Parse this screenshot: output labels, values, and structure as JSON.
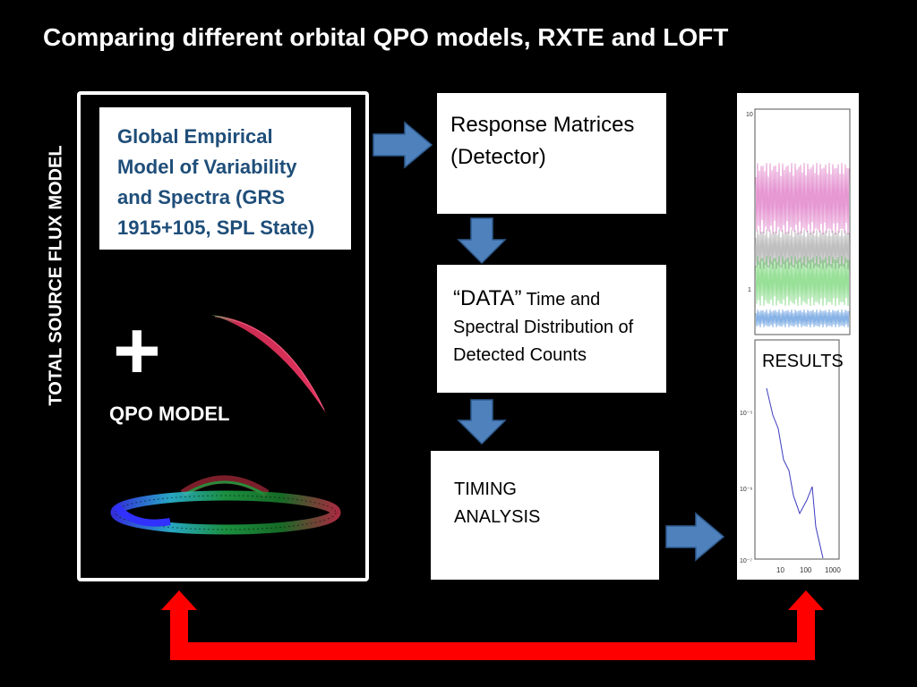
{
  "title": "Comparing different orbital QPO models, RXTE and LOFT",
  "side_label": "TOTAL SOURCE FLUX MODEL",
  "empirical_model_text": "Global Empirical\nModel of Variability\nand Spectra (GRS\n1915+105, SPL State)",
  "plus_sign": "+",
  "qpo_model_label": "QPO MODEL",
  "response_text": "Response Matrices\n(Detector)",
  "data_box": {
    "quote": "“DATA”",
    "rest": " Time and Spectral Distribution of Detected Counts"
  },
  "timing_text": "TIMING\nANALYSIS",
  "results_label": "RESULTS",
  "results_plot": {
    "upper_tick_labels": [
      "10",
      "1"
    ],
    "lower_tick_labels": [
      "10⁻⁵",
      "10⁻⁶",
      "10⁻⁷"
    ],
    "lower_x_ticks": [
      "10",
      "100",
      "1000"
    ]
  },
  "colors": {
    "arrow_blue": "#4f81bd",
    "feedback_red": "#ff0000",
    "empirical_text": "#1f4e79"
  }
}
